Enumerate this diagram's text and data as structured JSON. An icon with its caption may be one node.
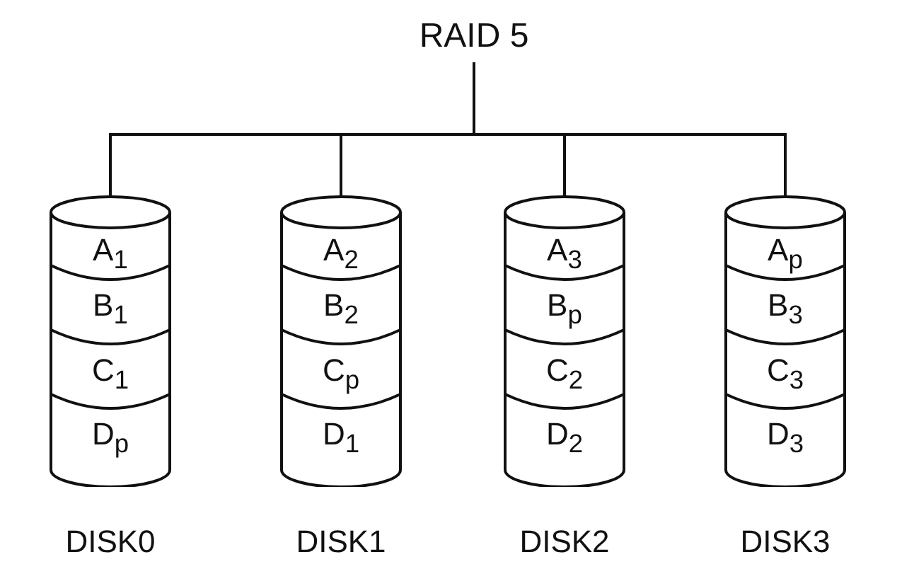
{
  "diagram": {
    "nodes": [
      {
        "text": [
          "RAID 5"
        ]
      },
      {
        "text": [],
        "shape": "cylinder",
        "beside": [
          "DISK0"
        ]
      },
      {
        "text": [
          "A$_{1}$"
        ],
        "in": 1
      },
      {
        "text": [
          "B$_{1}$"
        ],
        "in": 1
      },
      {
        "text": [
          "C$_{1}$"
        ],
        "in": 1
      },
      {
        "text": [
          "D$_{p}$"
        ],
        "in": 1
      },
      {
        "text": [],
        "shape": "cylinder",
        "beside": [
          "DISK1"
        ]
      },
      {
        "text": [
          "A$_{2}$"
        ],
        "in": 6
      },
      {
        "text": [
          "B$_{2}$"
        ],
        "in": 6
      },
      {
        "text": [
          "C$_{p}$"
        ],
        "in": 6
      },
      {
        "text": [
          "D$_{1}$"
        ],
        "in": 6
      },
      {
        "text": [],
        "shape": "cylinder",
        "beside": [
          "DISK2"
        ]
      },
      {
        "text": [
          "A$_{3}$"
        ],
        "in": 11
      },
      {
        "text": [
          "B$_{p}$"
        ],
        "in": 11
      },
      {
        "text": [
          "C$_{2}$"
        ],
        "in": 11
      },
      {
        "text": [
          "D$_{2}$"
        ],
        "in": 11
      },
      {
        "text": [],
        "shape": "cylinder",
        "beside": [
          "DISK3"
        ]
      },
      {
        "text": [
          "A$_{p}$"
        ],
        "in": 16
      },
      {
        "text": [
          "B$_{3}$"
        ],
        "in": 16
      },
      {
        "text": [
          "C$_{3}$"
        ],
        "in": 16
      },
      {
        "text": [
          "D$_{3}$"
        ],
        "in": 16
      }
    ],
    "edges": [
      {
        "from": 0,
        "to": 1,
        "arrow": "none"
      },
      {
        "from": 0,
        "to": 6,
        "arrow": "none"
      },
      {
        "from": 0,
        "to": 11,
        "arrow": "none"
      },
      {
        "from": 0,
        "to": 16,
        "arrow": "none"
      }
    ]
  }
}
